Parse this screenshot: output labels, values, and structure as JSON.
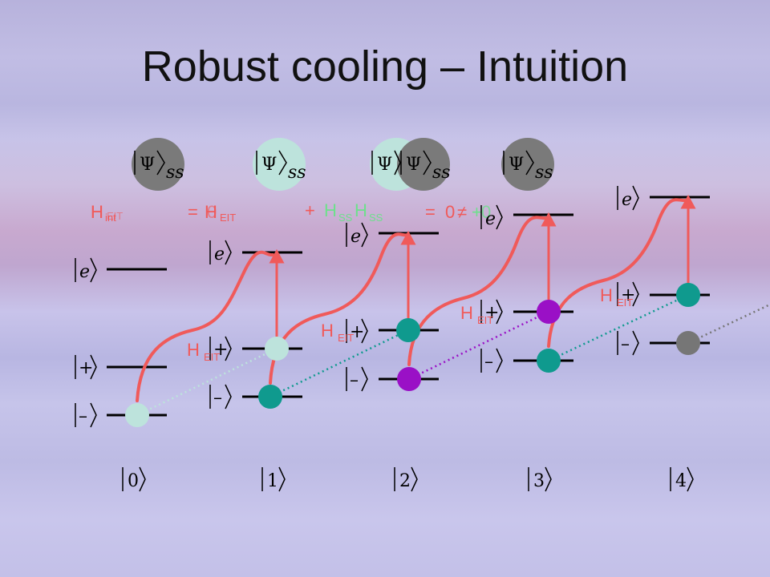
{
  "title": "Robust cooling – Intuition",
  "kets": {
    "e": "e",
    "plus": "+",
    "minus": "–",
    "n0": "0",
    "n1": "1",
    "n2": "2",
    "n3": "3",
    "n4": "4",
    "psi": "Ψ",
    "ss": "ss"
  },
  "labels": {
    "h": "H",
    "eit_sub": "EIT",
    "int_sub": "int",
    "ss_sub": "SS",
    "eq": "=",
    "plus": "+",
    "zero": "0",
    "neq": "≠"
  },
  "colors": {
    "pump": "#f05a5a",
    "teal": "#0f9a8e",
    "purple": "#9a10c6",
    "gray": "#767676",
    "light_teal": "#bde3dc",
    "green": "#6ee08c"
  }
}
